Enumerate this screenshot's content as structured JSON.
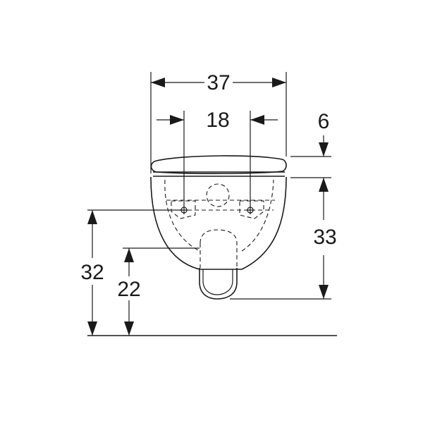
{
  "dimensions": {
    "overall_width": "37",
    "fixing_spacing": "18",
    "seat_thickness": "6",
    "bowl_height": "33",
    "fixing_height": "32",
    "outlet_height": "22"
  }
}
